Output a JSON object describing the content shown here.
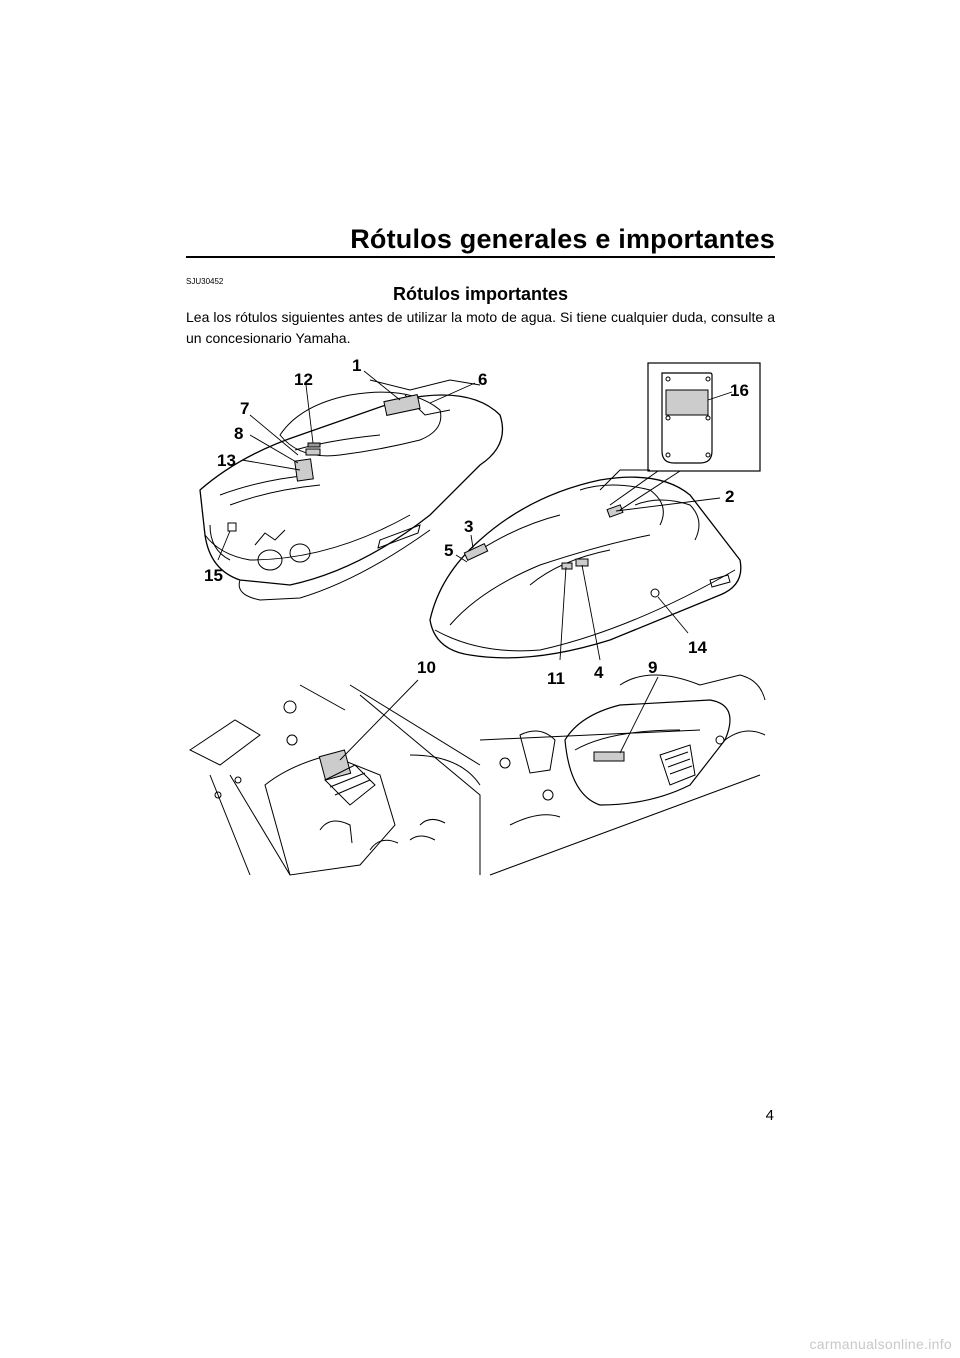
{
  "header": {
    "title": "Rótulos generales e importantes"
  },
  "section": {
    "ref_code": "SJU30452",
    "heading": "Rótulos importantes",
    "intro": "Lea los rótulos siguientes antes de utilizar la moto de agua. Si tiene cualquier duda, consulte a un concesionario Yamaha."
  },
  "figure": {
    "callouts": {
      "c1": "1",
      "c2": "2",
      "c3": "3",
      "c4": "4",
      "c5": "5",
      "c6": "6",
      "c7": "7",
      "c8": "8",
      "c9": "9",
      "c10": "10",
      "c11": "11",
      "c12": "12",
      "c13": "13",
      "c14": "14",
      "c15": "15",
      "c16": "16"
    }
  },
  "footer": {
    "page_number": "4",
    "watermark": "carmanualsonline.info"
  }
}
